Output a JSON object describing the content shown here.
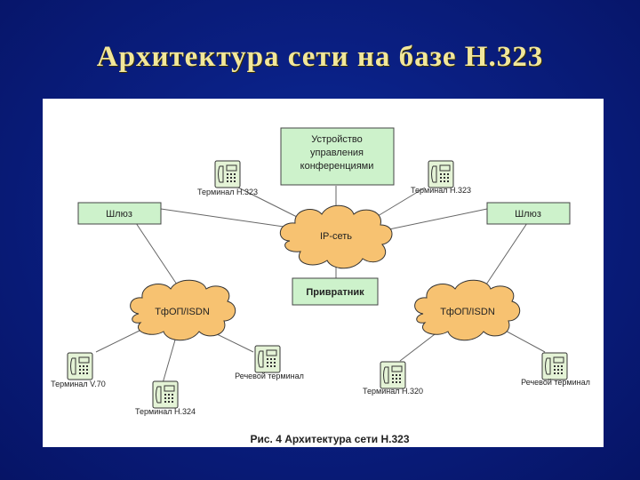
{
  "slide": {
    "title": "Архитектура сети на базе Н.323"
  },
  "diagram": {
    "mcu_lines": [
      "Устройство",
      "управления",
      "конференциями"
    ],
    "ip_network": "IP-сеть",
    "gatekeeper": "Привратник",
    "gateway_left": "Шлюз",
    "gateway_right": "Шлюз",
    "pstn_left": "ТфОП/ISDN",
    "pstn_right": "ТфОП/ISDN",
    "terminal_h323_left": "Терминал Н.323",
    "terminal_h323_right": "Терминал Н.323",
    "terminal_v70": "Терминал V.70",
    "terminal_h324": "Терминал Н.324",
    "voice_terminal_left": "Речевой терминал",
    "terminal_h320": "Терминал Н.320",
    "voice_terminal_right": "Речевой терминал",
    "caption": "Рис. 4 Архитектура сети Н.323"
  },
  "icons": {
    "terminal": "phone-icon",
    "network": "cloud-icon"
  },
  "colors": {
    "background": "#0a1f82",
    "title": "#f2e79a",
    "box_fill": "#cdf2cb",
    "cloud_fill": "#f7c271",
    "phone_fill": "#e4f3d6"
  }
}
